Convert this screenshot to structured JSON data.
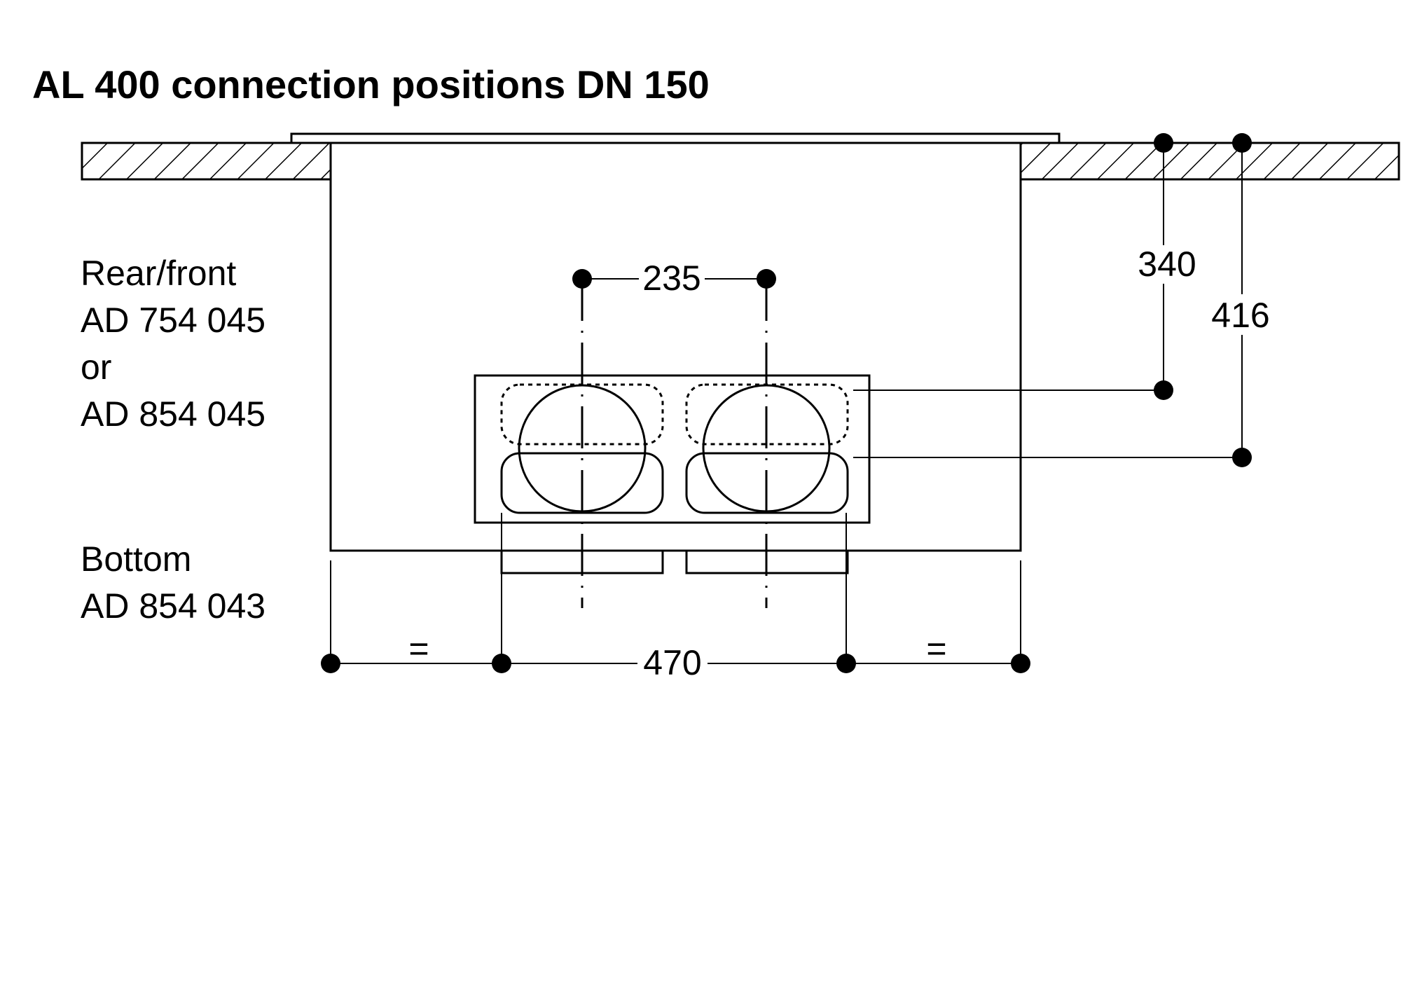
{
  "title": "AL 400 connection positions DN 150",
  "labels": {
    "rear_front": [
      "Rear/front",
      "AD 754 045",
      "or",
      "AD 854 045"
    ],
    "bottom": [
      "Bottom",
      "AD 854 043"
    ]
  },
  "dimensions": {
    "spacing": "235",
    "height_upper": "340",
    "height_lower": "416",
    "width": "470",
    "equal_left": "=",
    "equal_right": "="
  }
}
